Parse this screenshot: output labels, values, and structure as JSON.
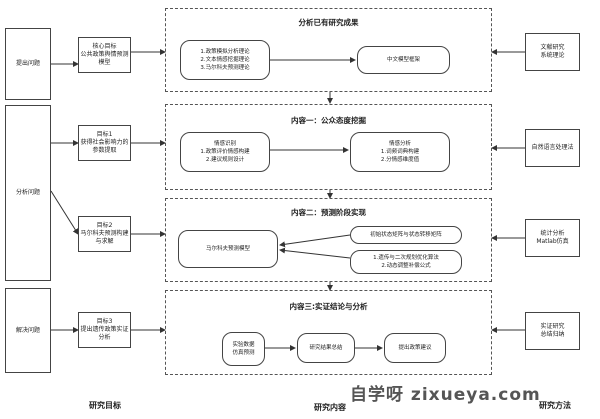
{
  "left_column": {
    "problems": [
      "提出问题",
      "分析问题",
      "解决问题"
    ],
    "goals": [
      [
        "核心目标",
        "公共政策舆情预测",
        "模型"
      ],
      [
        "目标1",
        "获得社会影响力的",
        "参数提取"
      ],
      [
        "目标2",
        "马尔科夫预测构建",
        "与求解"
      ],
      [
        "目标3",
        "提出遗传政策实证",
        "分析"
      ]
    ]
  },
  "sections": [
    {
      "title": "分析已有研究成果",
      "left_items": [
        "1.政策模拟分析理论",
        "2.文本情感挖掘理论",
        "3.马尔科夫预测理论"
      ],
      "right_box": "中文模型框架"
    },
    {
      "title": "内容一：公众态度挖掘",
      "left_items": [
        "情感识别",
        "1.政策评价情感构建",
        "2.建议规则设计"
      ],
      "right_items": [
        "情感分析",
        "1.词频词典构建",
        "2.分情感维度值"
      ]
    },
    {
      "title": "内容二：预测阶段实现",
      "left_box": "马尔科夫预测模型",
      "right_top": "初始状态矩阵与状态转移矩阵",
      "right_bottom": [
        "1.遗传与二次规划优化算法",
        "2.动态调整补偿公式"
      ]
    },
    {
      "title": "内容三:实证结论与分析",
      "steps": [
        [
          "实验数据",
          "仿真预测"
        ],
        [
          "研究结果总结"
        ],
        [
          "提出政策建议"
        ]
      ]
    }
  ],
  "right_column": {
    "methods": [
      [
        "文献研究",
        "系统理论"
      ],
      [
        "自然语言处理法"
      ],
      [
        "统计分析",
        "Matlab仿真"
      ],
      [
        "实证研究",
        "总结归纳"
      ]
    ]
  },
  "footers": {
    "left": "研究目标",
    "middle": "研究内容",
    "right": "研究方法"
  },
  "watermark": "自学呀 zixueya.com"
}
